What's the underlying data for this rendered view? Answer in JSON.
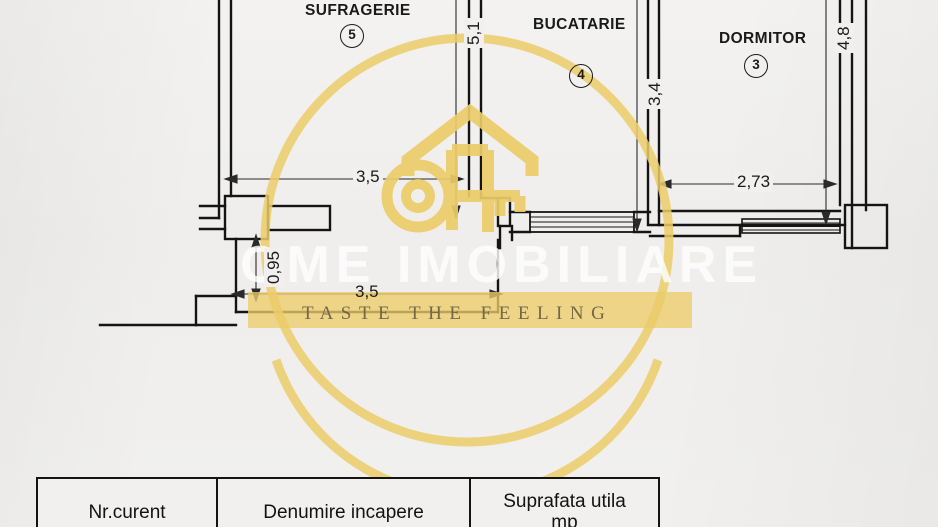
{
  "document": {
    "type": "architectural-floor-plan",
    "language": "ro"
  },
  "rooms": [
    {
      "name": "SUFRAGERIE",
      "number": "5"
    },
    {
      "name": "BUCATARIE",
      "number": "4"
    },
    {
      "name": "DORMITOR",
      "number": "3"
    }
  ],
  "dimensions": {
    "sufragerie_height": "5,1",
    "sufragerie_width_top": "3,5",
    "sufragerie_width_bottom": "3,5",
    "bucatarie_height": "3,4",
    "dormitor_height": "4,8",
    "dormitor_width": "2,73",
    "offset_small": "0,95"
  },
  "table": {
    "headers": {
      "nr_curent": "Nr.curent",
      "denumire": "Denumire incapere",
      "suprafata_line1": "Suprafata utila",
      "suprafata_line2": "mp"
    }
  },
  "watermark": {
    "brand": "OME IMOBILIARE",
    "tagline": "TASTE THE FEELING",
    "logo": "house-key-logo",
    "color": "#e8c35a",
    "circle_color": "#f0cf6e"
  },
  "colors": {
    "paper": "#f1f0ee",
    "ink": "#141414",
    "accent": "#e8c35a"
  }
}
